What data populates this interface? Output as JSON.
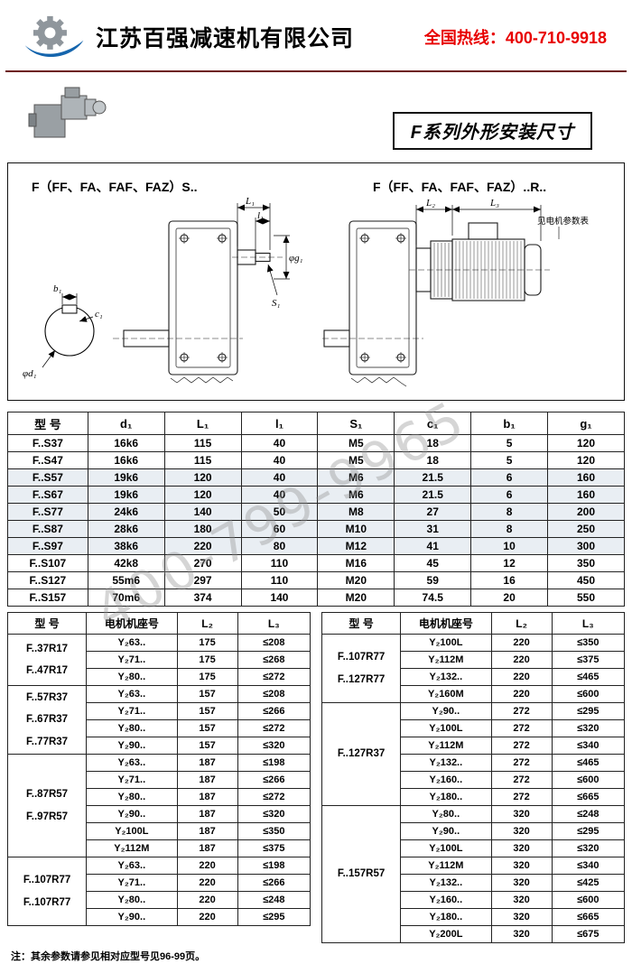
{
  "header": {
    "company": "江苏百强减速机有限公司",
    "hotline": "全国热线：400-710-9918"
  },
  "page": {
    "title_badge": "F系列外形安装尺寸",
    "footnote": "注：其余参数请参见相对应型号见96-99页。",
    "watermark": "400-799-9965"
  },
  "drawings": {
    "left_caption": "F（FF、FA、FAF、FAZ）S..",
    "right_caption": "F（FF、FA、FAF、FAZ）..R..",
    "motor_note": "见电机参数表",
    "dims": {
      "L1": "L₁",
      "l1": "l₁",
      "g1": "φg₁",
      "S1": "S₁",
      "b1": "b₁",
      "c1": "c₁",
      "d1": "φd₁",
      "L2": "L₂",
      "L3": "L₃"
    }
  },
  "main_table": {
    "headers": [
      "型 号",
      "d₁",
      "L₁",
      "l₁",
      "S₁",
      "c₁",
      "b₁",
      "g₁"
    ],
    "rows": [
      [
        "F..S37",
        "16k6",
        "115",
        "40",
        "M5",
        "18",
        "5",
        "120"
      ],
      [
        "F..S47",
        "16k6",
        "115",
        "40",
        "M5",
        "18",
        "5",
        "120"
      ],
      [
        "F..S57",
        "19k6",
        "120",
        "40",
        "M6",
        "21.5",
        "6",
        "160"
      ],
      [
        "F..S67",
        "19k6",
        "120",
        "40",
        "M6",
        "21.5",
        "6",
        "160"
      ],
      [
        "F..S77",
        "24k6",
        "140",
        "50",
        "M8",
        "27",
        "8",
        "200"
      ],
      [
        "F..S87",
        "28k6",
        "180",
        "60",
        "M10",
        "31",
        "8",
        "250"
      ],
      [
        "F..S97",
        "38k6",
        "220",
        "80",
        "M12",
        "41",
        "10",
        "300"
      ],
      [
        "F..S107",
        "42k8",
        "270",
        "110",
        "M16",
        "45",
        "12",
        "350"
      ],
      [
        "F..S127",
        "55m6",
        "297",
        "110",
        "M20",
        "59",
        "16",
        "450"
      ],
      [
        "F..S157",
        "70m6",
        "374",
        "140",
        "M20",
        "74.5",
        "20",
        "550"
      ]
    ]
  },
  "motor_tables": {
    "headers": [
      "型 号",
      "电机机座号",
      "L₂",
      "L₃"
    ],
    "left": {
      "groups": [
        {
          "models": [
            "F..37R17",
            "F..47R17"
          ],
          "rows": [
            [
              "Y₂63..",
              "175",
              "≤208"
            ],
            [
              "Y₂71..",
              "175",
              "≤268"
            ],
            [
              "Y₂80..",
              "175",
              "≤272"
            ]
          ]
        },
        {
          "models": [
            "F..57R37",
            "F..67R37",
            "F..77R37"
          ],
          "rows": [
            [
              "Y₂63..",
              "157",
              "≤208"
            ],
            [
              "Y₂71..",
              "157",
              "≤266"
            ],
            [
              "Y₂80..",
              "157",
              "≤272"
            ],
            [
              "Y₂90..",
              "157",
              "≤320"
            ]
          ]
        },
        {
          "models": [
            "F..87R57",
            "F..97R57"
          ],
          "rows": [
            [
              "Y₂63..",
              "187",
              "≤198"
            ],
            [
              "Y₂71..",
              "187",
              "≤266"
            ],
            [
              "Y₂80..",
              "187",
              "≤272"
            ],
            [
              "Y₂90..",
              "187",
              "≤320"
            ],
            [
              "Y₂100L",
              "187",
              "≤350"
            ],
            [
              "Y₂112M",
              "187",
              "≤375"
            ]
          ]
        },
        {
          "models": [
            "F..107R77",
            "F..107R77"
          ],
          "rows": [
            [
              "Y₂63..",
              "220",
              "≤198"
            ],
            [
              "Y₂71..",
              "220",
              "≤266"
            ],
            [
              "Y₂80..",
              "220",
              "≤248"
            ],
            [
              "Y₂90..",
              "220",
              "≤295"
            ]
          ]
        }
      ]
    },
    "right": {
      "groups": [
        {
          "models": [
            "F..107R77",
            "F..127R77"
          ],
          "rows": [
            [
              "Y₂100L",
              "220",
              "≤350"
            ],
            [
              "Y₂112M",
              "220",
              "≤375"
            ],
            [
              "Y₂132..",
              "220",
              "≤465"
            ],
            [
              "Y₂160M",
              "220",
              "≤600"
            ]
          ]
        },
        {
          "models": [
            "F..127R37"
          ],
          "rows": [
            [
              "Y₂90..",
              "272",
              "≤295"
            ],
            [
              "Y₂100L",
              "272",
              "≤320"
            ],
            [
              "Y₂112M",
              "272",
              "≤340"
            ],
            [
              "Y₂132..",
              "272",
              "≤465"
            ],
            [
              "Y₂160..",
              "272",
              "≤600"
            ],
            [
              "Y₂180..",
              "272",
              "≤665"
            ]
          ]
        },
        {
          "models": [
            "F..157R57"
          ],
          "rows": [
            [
              "Y₂80..",
              "320",
              "≤248"
            ],
            [
              "Y₂90..",
              "320",
              "≤295"
            ],
            [
              "Y₂100L",
              "320",
              "≤320"
            ],
            [
              "Y₂112M",
              "320",
              "≤340"
            ],
            [
              "Y₂132..",
              "320",
              "≤425"
            ],
            [
              "Y₂160..",
              "320",
              "≤600"
            ],
            [
              "Y₂180..",
              "320",
              "≤665"
            ],
            [
              "Y₂200L",
              "320",
              "≤675"
            ]
          ]
        }
      ]
    }
  }
}
